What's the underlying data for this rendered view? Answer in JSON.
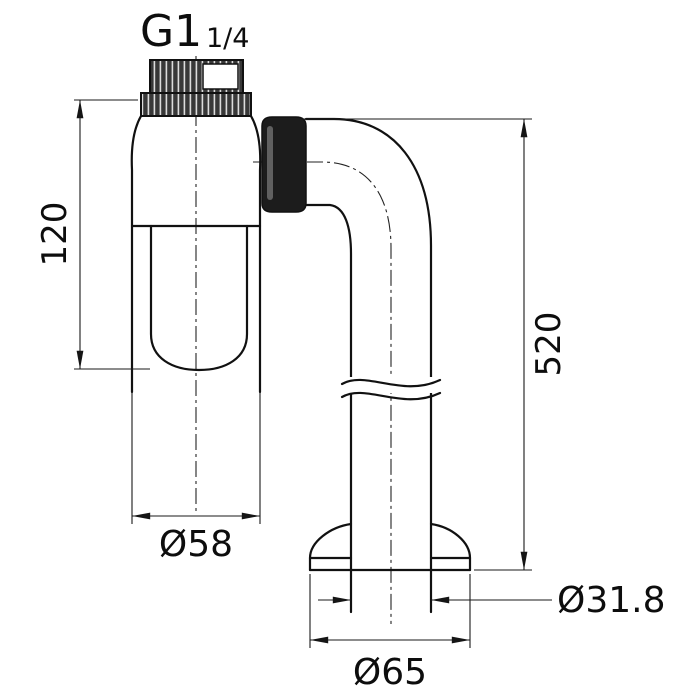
{
  "drawing": {
    "thread_label": {
      "size": "G1",
      "fraction": "1/4"
    },
    "dimensions": {
      "body_height": "120",
      "overall_height": "520",
      "body_diameter": "Ø58",
      "pipe_diameter": "Ø31.8",
      "flange_diameter": "Ø65"
    },
    "colors": {
      "line": "#111111",
      "background": "#ffffff"
    }
  }
}
